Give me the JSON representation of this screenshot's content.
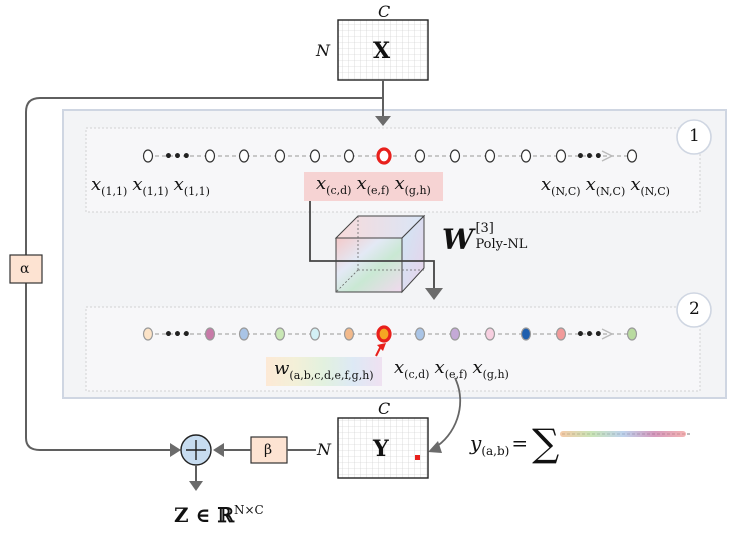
{
  "input_matrix": {
    "label": "X",
    "cols_label": "C",
    "rows_label": "N"
  },
  "output_matrix": {
    "label": "Y",
    "cols_label": "C",
    "rows_label": "N"
  },
  "panel1": {
    "badge": "1",
    "left_labels": [
      "(1,1)",
      "(1,1)",
      "(1,1)"
    ],
    "mid_labels": [
      "(c,d)",
      "(e,f)",
      "(g,h)"
    ],
    "right_labels": [
      "(N,C)",
      "(N,C)",
      "(N,C)"
    ]
  },
  "panel2": {
    "badge": "2",
    "weight_sub": "(a,b,c,d,e,f,g,h)",
    "mid_labels": [
      "(c,d)",
      "(e,f)",
      "(g,h)"
    ],
    "dot_colors": [
      "#fce3c7",
      "#c87aa8",
      "#a9c4e6",
      "#c9e7b5",
      "#d3f0f5",
      "#f2b98b",
      "#f5a623",
      "#a9c4e6",
      "#c4a9d6",
      "#f7cfe0",
      "#1f5fae",
      "#f19a9a",
      "#b9dba0"
    ]
  },
  "tensor": {
    "symbol": "W",
    "superscript": "[3]",
    "subscript": "Poly-NL"
  },
  "alpha_label": "α",
  "beta_label": "β",
  "output_eq": {
    "lhs_symbol": "y",
    "lhs_sub": "(a,b)",
    "equals": "=",
    "sum": "∑"
  },
  "result": {
    "label": "Z ∈ ℝ",
    "superscript": "N×C"
  },
  "colors": {
    "highlight_red": "#e8201c",
    "panel_border": "#cfd6e2",
    "accent_fill": "#fde3d2"
  }
}
